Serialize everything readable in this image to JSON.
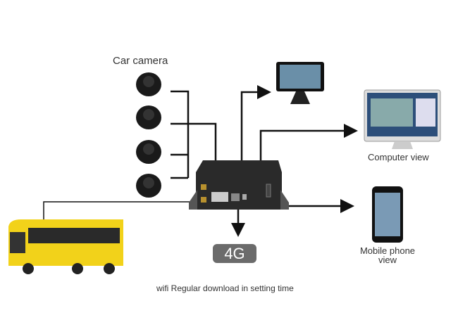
{
  "labels": {
    "car_camera": "Car camera",
    "computer_view": "Computer view",
    "mobile_view_line1": "Mobile phone",
    "mobile_view_line2": "view",
    "network": "4G",
    "caption": "wifi Regular download in setting time"
  },
  "colors": {
    "line": "#111111",
    "badge": "#6b6b6b",
    "bus": "#f2d21a"
  }
}
